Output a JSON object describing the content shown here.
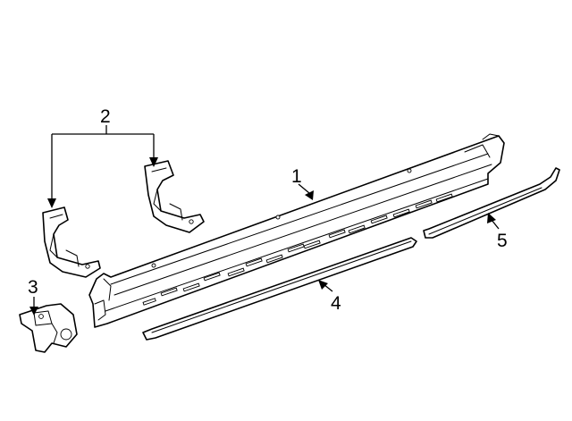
{
  "callouts": {
    "running_board": "1",
    "brackets": "2",
    "mount_bracket": "3",
    "front_molding": "4",
    "rear_molding": "5"
  },
  "colors": {
    "line": "#000000",
    "background": "#ffffff"
  }
}
